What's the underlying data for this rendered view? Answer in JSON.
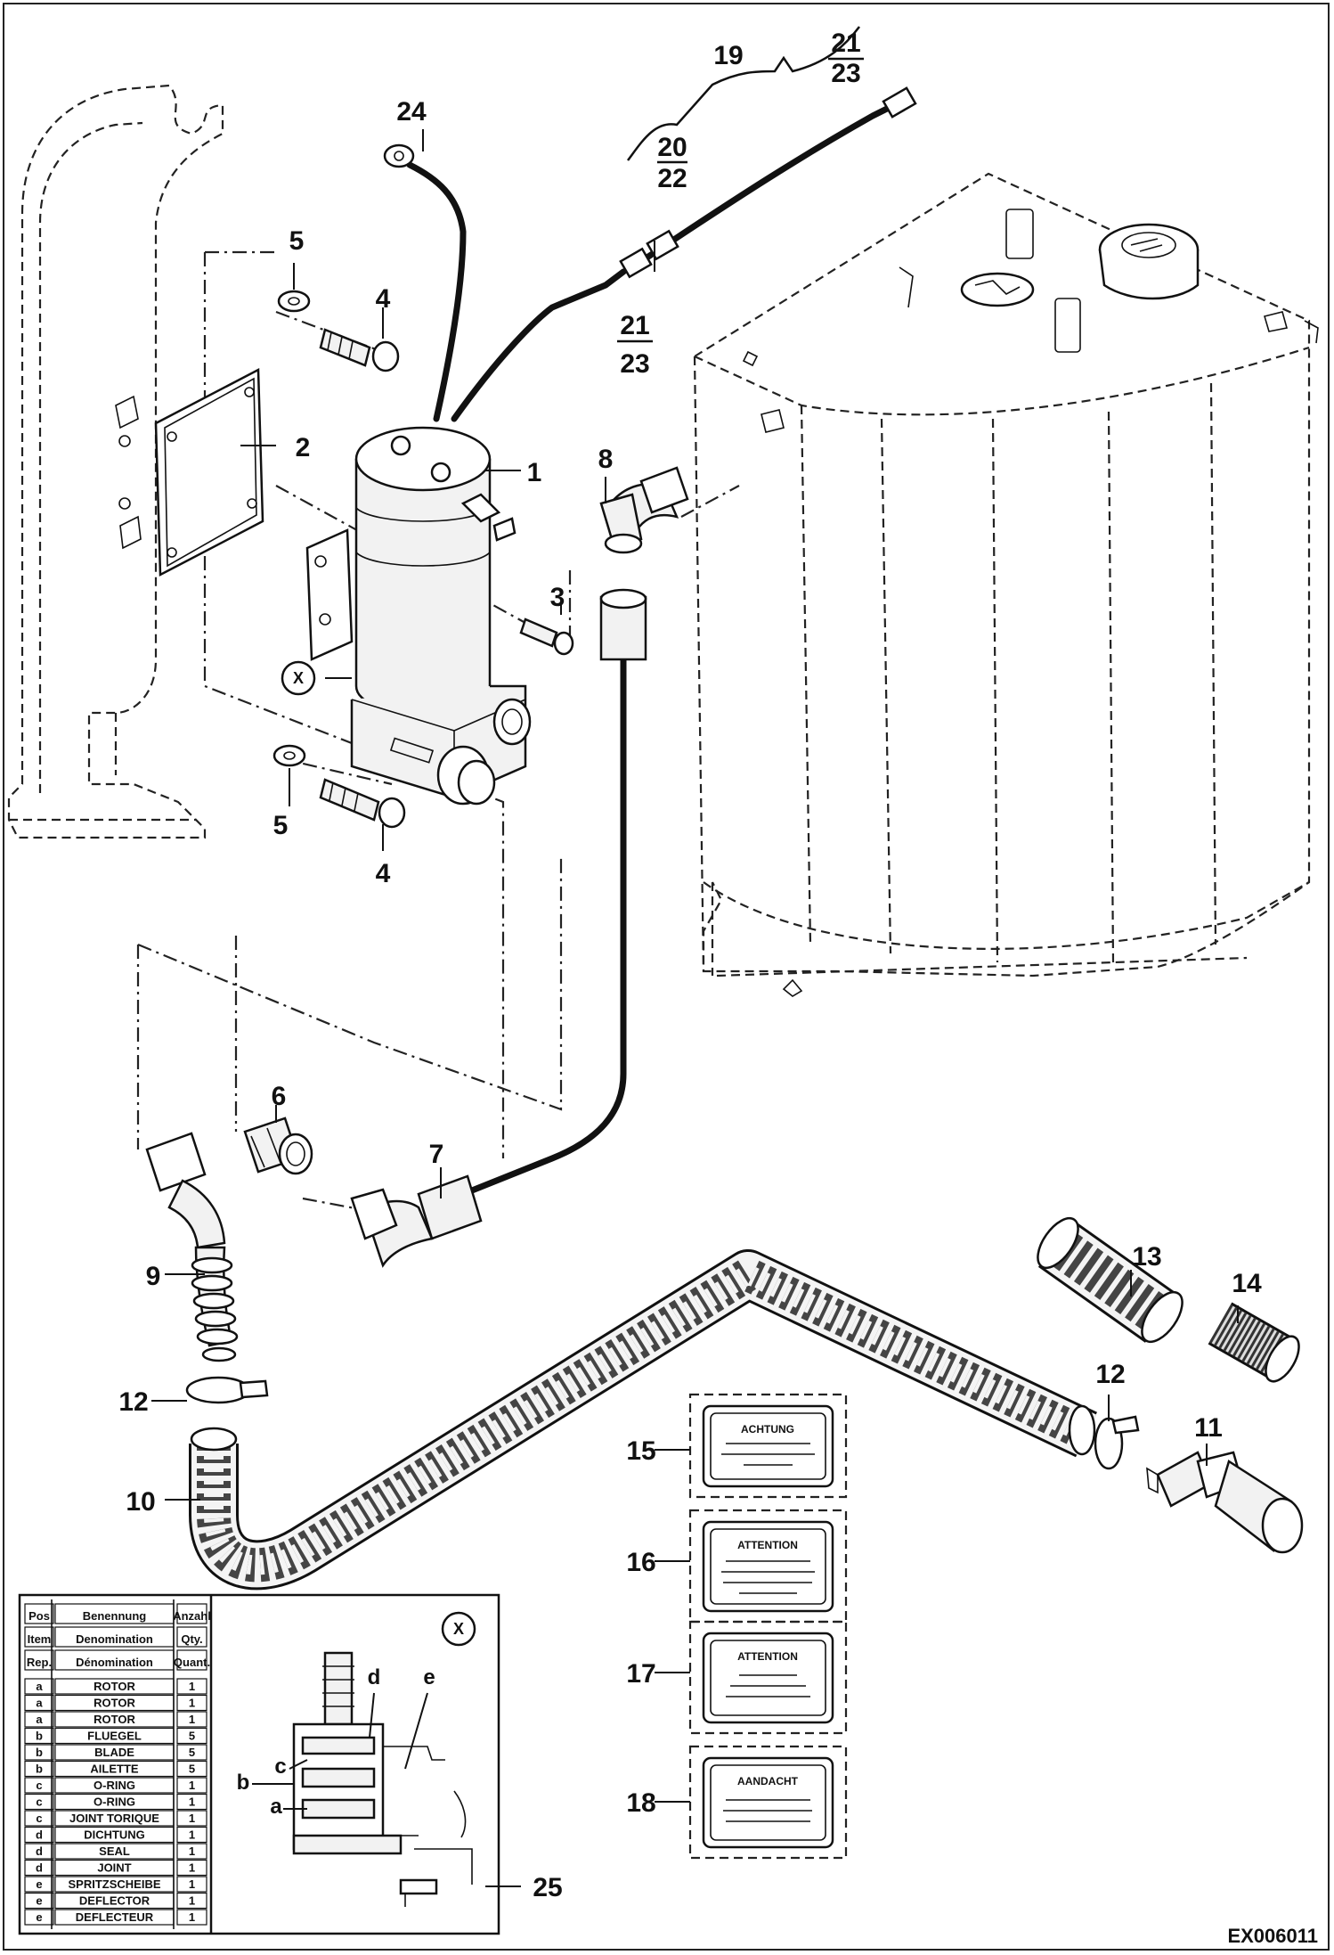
{
  "document_code": "EX006011",
  "callouts": [
    {
      "id": "c1",
      "label": "1"
    },
    {
      "id": "c2",
      "label": "2"
    },
    {
      "id": "c3",
      "label": "3"
    },
    {
      "id": "c4a",
      "label": "4"
    },
    {
      "id": "c4b",
      "label": "4"
    },
    {
      "id": "c5a",
      "label": "5"
    },
    {
      "id": "c5b",
      "label": "5"
    },
    {
      "id": "c6",
      "label": "6"
    },
    {
      "id": "c7",
      "label": "7"
    },
    {
      "id": "c8",
      "label": "8"
    },
    {
      "id": "c9",
      "label": "9"
    },
    {
      "id": "c10",
      "label": "10"
    },
    {
      "id": "c11",
      "label": "11"
    },
    {
      "id": "c12a",
      "label": "12"
    },
    {
      "id": "c12b",
      "label": "12"
    },
    {
      "id": "c13",
      "label": "13"
    },
    {
      "id": "c14",
      "label": "14"
    },
    {
      "id": "c15",
      "label": "15"
    },
    {
      "id": "c16",
      "label": "16"
    },
    {
      "id": "c17",
      "label": "17"
    },
    {
      "id": "c18",
      "label": "18"
    },
    {
      "id": "c19",
      "label": "19"
    },
    {
      "id": "c24",
      "label": "24"
    },
    {
      "id": "c25",
      "label": "25"
    }
  ],
  "fractions": [
    {
      "id": "f2022",
      "top": "20",
      "bottom": "22"
    },
    {
      "id": "f2123a",
      "top": "21",
      "bottom": "23"
    },
    {
      "id": "f2123b",
      "top": "21",
      "bottom": "23"
    }
  ],
  "detail": {
    "marker": "X",
    "letters": [
      "a",
      "b",
      "c",
      "d",
      "e"
    ]
  },
  "decals": [
    {
      "item": "15",
      "heading": "ACHTUNG"
    },
    {
      "item": "16",
      "heading": "ATTENTION"
    },
    {
      "item": "17",
      "heading": "ATTENTION"
    },
    {
      "item": "18",
      "heading": "AANDACHT"
    }
  ],
  "legend": {
    "header_rows": [
      {
        "c1": "Pos",
        "c2": "Benennung",
        "c3": "Anzahl"
      },
      {
        "c1": "Item",
        "c2": "Denomination",
        "c3": "Qty."
      },
      {
        "c1": "Rep.",
        "c2": "Dénomination",
        "c3": "Quant."
      }
    ],
    "rows": [
      {
        "pos": "a",
        "name": "ROTOR",
        "qty": "1"
      },
      {
        "pos": "a",
        "name": "ROTOR",
        "qty": "1"
      },
      {
        "pos": "a",
        "name": "ROTOR",
        "qty": "1"
      },
      {
        "pos": "b",
        "name": "FLUEGEL",
        "qty": "5"
      },
      {
        "pos": "b",
        "name": "BLADE",
        "qty": "5"
      },
      {
        "pos": "b",
        "name": "AILETTE",
        "qty": "5"
      },
      {
        "pos": "c",
        "name": "O-RING",
        "qty": "1"
      },
      {
        "pos": "c",
        "name": "O-RING",
        "qty": "1"
      },
      {
        "pos": "c",
        "name": "JOINT TORIQUE",
        "qty": "1"
      },
      {
        "pos": "d",
        "name": "DICHTUNG",
        "qty": "1"
      },
      {
        "pos": "d",
        "name": "SEAL",
        "qty": "1"
      },
      {
        "pos": "d",
        "name": "JOINT",
        "qty": "1"
      },
      {
        "pos": "e",
        "name": "SPRITZSCHEIBE",
        "qty": "1"
      },
      {
        "pos": "e",
        "name": "DEFLECTOR",
        "qty": "1"
      },
      {
        "pos": "e",
        "name": "DEFLECTEUR",
        "qty": "1"
      }
    ]
  }
}
